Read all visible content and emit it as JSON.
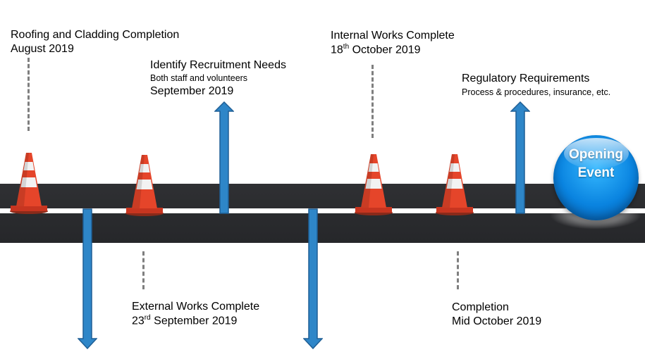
{
  "milestones_above": [
    {
      "title": "Roofing and Cladding Completion",
      "date": "August 2019"
    },
    {
      "title": "Identify Recruitment Needs",
      "detail": "Both staff and volunteers",
      "date": "September 2019"
    },
    {
      "title": "Internal Works Complete",
      "date_prefix": "18",
      "date_sup": "th",
      "date_suffix": " October 2019"
    },
    {
      "title": "Regulatory Requirements",
      "detail": "Process & procedures, insurance, etc."
    }
  ],
  "milestones_below": [
    {
      "title": "External Works Complete",
      "date_prefix": "23",
      "date_sup": "rd",
      "date_suffix": " September 2019"
    },
    {
      "title": "Completion",
      "date": "Mid October 2019"
    }
  ],
  "event": {
    "line1": "Opening",
    "line2": "Event"
  },
  "colors": {
    "road": "#2b2c2f",
    "arrow_blue": "#2e86c8",
    "cone_orange": "#e5452a",
    "event_blue": "#0a84e0",
    "connector_grey": "#7f7f7f"
  }
}
